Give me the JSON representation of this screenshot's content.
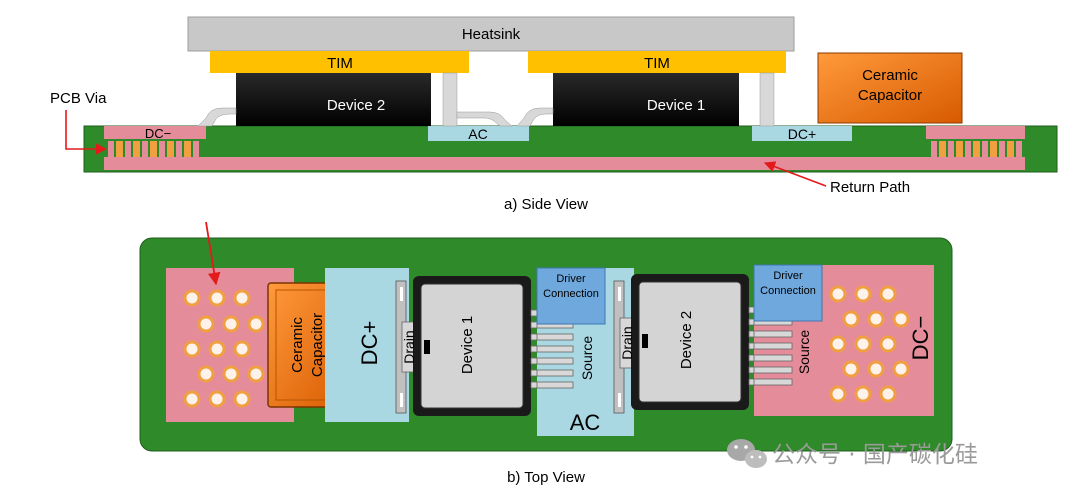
{
  "side_view": {
    "caption": "a) Side View",
    "heatsink": "Heatsink",
    "tim_left": "TIM",
    "tim_right": "TIM",
    "device_left": "Device 2",
    "device_right": "Device 1",
    "ac": "AC",
    "dc_minus": "DC−",
    "dc_plus": "DC+",
    "capacitor_line1": "Ceramic",
    "capacitor_line2": "Capacitor",
    "pcb_via": "PCB Via",
    "return_path": "Return Path"
  },
  "top_view": {
    "caption": "b) Top View",
    "capacitor_line1": "Ceramic",
    "capacitor_line2": "Capacitor",
    "dc_plus": "DC+",
    "dc_minus": "DC−",
    "ac": "AC",
    "drain_1": "Drain",
    "device_1": "Device 1",
    "source_1": "Source",
    "drain_2": "Drain",
    "device_2": "Device 2",
    "source_2": "Source",
    "driver_1_line1": "Driver",
    "driver_1_line2": "Connection",
    "driver_2_line1": "Driver",
    "driver_2_line2": "Connection"
  },
  "watermark": "公众号 · 国产碳化硅",
  "colors": {
    "pcb_green": "#2f8a2a",
    "pad_pink": "#e58c9a",
    "dc_blue": "#a9d8e3",
    "tim_yellow": "#ffc000",
    "heatsink_gray": "#c8c8c8",
    "capacitor_orange": "#f07010",
    "driver_blue": "#6fa8dc",
    "arrow_red": "#e41a1a"
  }
}
